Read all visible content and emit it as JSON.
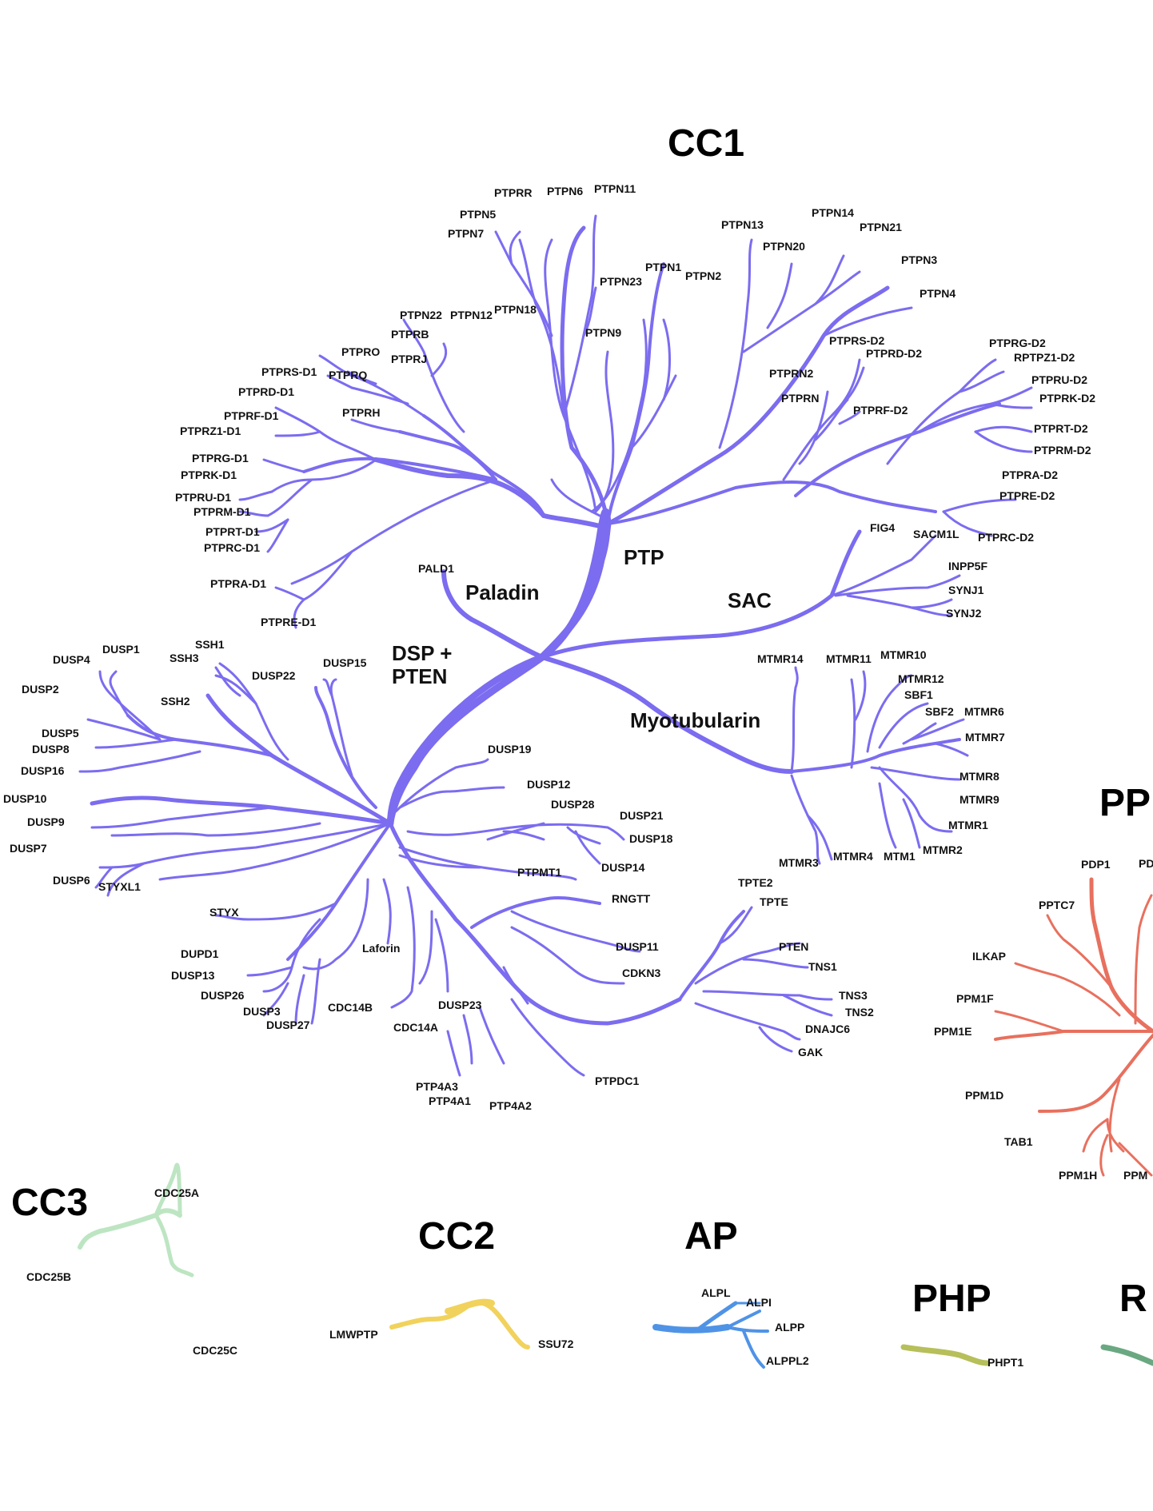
{
  "groups": {
    "cc1": "CC1",
    "cc3": "CC3",
    "cc2": "CC2",
    "ap": "AP",
    "php": "PHP",
    "pp_cut": "PP",
    "rt_cut": "R"
  },
  "subfamilies": {
    "ptp": "PTP",
    "paladin": "Paladin",
    "sac": "SAC",
    "myotubularin": "Myotubularin",
    "dsp_line1": "DSP +",
    "dsp_line2": "PTEN"
  },
  "leaves": {
    "ptp": [
      "PTPRR",
      "PTPN6",
      "PTPN11",
      "PTPN5",
      "PTPN7",
      "PTPN13",
      "PTPN14",
      "PTPN21",
      "PTPN20",
      "PTPN3",
      "PTPN1",
      "PTPN2",
      "PTPN23",
      "PTPN4",
      "PTPN22",
      "PTPN12",
      "PTPN18",
      "PTPN9",
      "PTPRB",
      "PTPRO",
      "PTPRJ",
      "PTPRS-D1",
      "PTPRQ",
      "PTPRD-D1",
      "PTPRH",
      "PTPRF-D1",
      "PTPRZ1-D1",
      "PTPRG-D1",
      "PTPRK-D1",
      "PTPRU-D1",
      "PTPRM-D1",
      "PTPRT-D1",
      "PTPRC-D1",
      "PTPRA-D1",
      "PTPRE-D1",
      "PTPRS-D2",
      "PTPRD-D2",
      "PTPRN2",
      "PTPRN",
      "PTPRF-D2",
      "PTPRG-D2",
      "RPTPZ1-D2",
      "PTPRU-D2",
      "PTPRK-D2",
      "PTPRT-D2",
      "PTPRM-D2",
      "PTPRA-D2",
      "PTPRE-D2",
      "PTPRC-D2"
    ],
    "paladin": [
      "PALD1"
    ],
    "sac": [
      "FIG4",
      "SACM1L",
      "INPP5F",
      "SYNJ1",
      "SYNJ2"
    ],
    "myotubularin": [
      "MTMR14",
      "MTMR11",
      "MTMR10",
      "MTMR12",
      "SBF1",
      "SBF2",
      "MTMR6",
      "MTMR7",
      "MTMR8",
      "MTMR9",
      "MTMR1",
      "MTMR2",
      "MTM1",
      "MTMR4",
      "MTMR3"
    ],
    "dsp": [
      "DUSP4",
      "DUSP1",
      "SSH1",
      "SSH3",
      "DUSP22",
      "DUSP15",
      "DUSP2",
      "SSH2",
      "DUSP5",
      "DUSP8",
      "DUSP16",
      "DUSP10",
      "DUSP9",
      "DUSP7",
      "DUSP6",
      "STYXL1",
      "DUSP19",
      "DUSP12",
      "DUSP28",
      "DUSP21",
      "DUSP18",
      "DUSP14",
      "PTPMT1",
      "STYX",
      "RNGTT",
      "DUSP11",
      "CDKN3",
      "Laforin",
      "DUPD1",
      "DUSP13",
      "DUSP26",
      "DUSP3",
      "DUSP27",
      "CDC14B",
      "CDC14A",
      "DUSP23",
      "PTP4A3",
      "PTP4A1",
      "PTP4A2",
      "PTPDC1",
      "TPTE2",
      "TPTE",
      "PTEN",
      "TNS1",
      "TNS3",
      "TNS2",
      "DNAJC6",
      "GAK"
    ],
    "pp": [
      "PDP1",
      "PD",
      "PPTC7",
      "ILKAP",
      "PPM1F",
      "PPM1E",
      "PPM1D",
      "TAB1",
      "PPM1H",
      "PPM"
    ],
    "cc3": [
      "CDC25A",
      "CDC25B",
      "CDC25C"
    ],
    "cc2": [
      "LMWPTP",
      "SSU72"
    ],
    "ap": [
      "ALPL",
      "ALPI",
      "ALPP",
      "ALPPL2"
    ],
    "php": [
      "PHPT1"
    ]
  },
  "colors": {
    "cc1": "#7b6cf0",
    "pp": "#e8705e",
    "cc3": "#bde5c2",
    "cc2": "#f1d25c",
    "ap": "#4f93e6",
    "php": "#b6bf5a",
    "rt": "#6aa882"
  }
}
